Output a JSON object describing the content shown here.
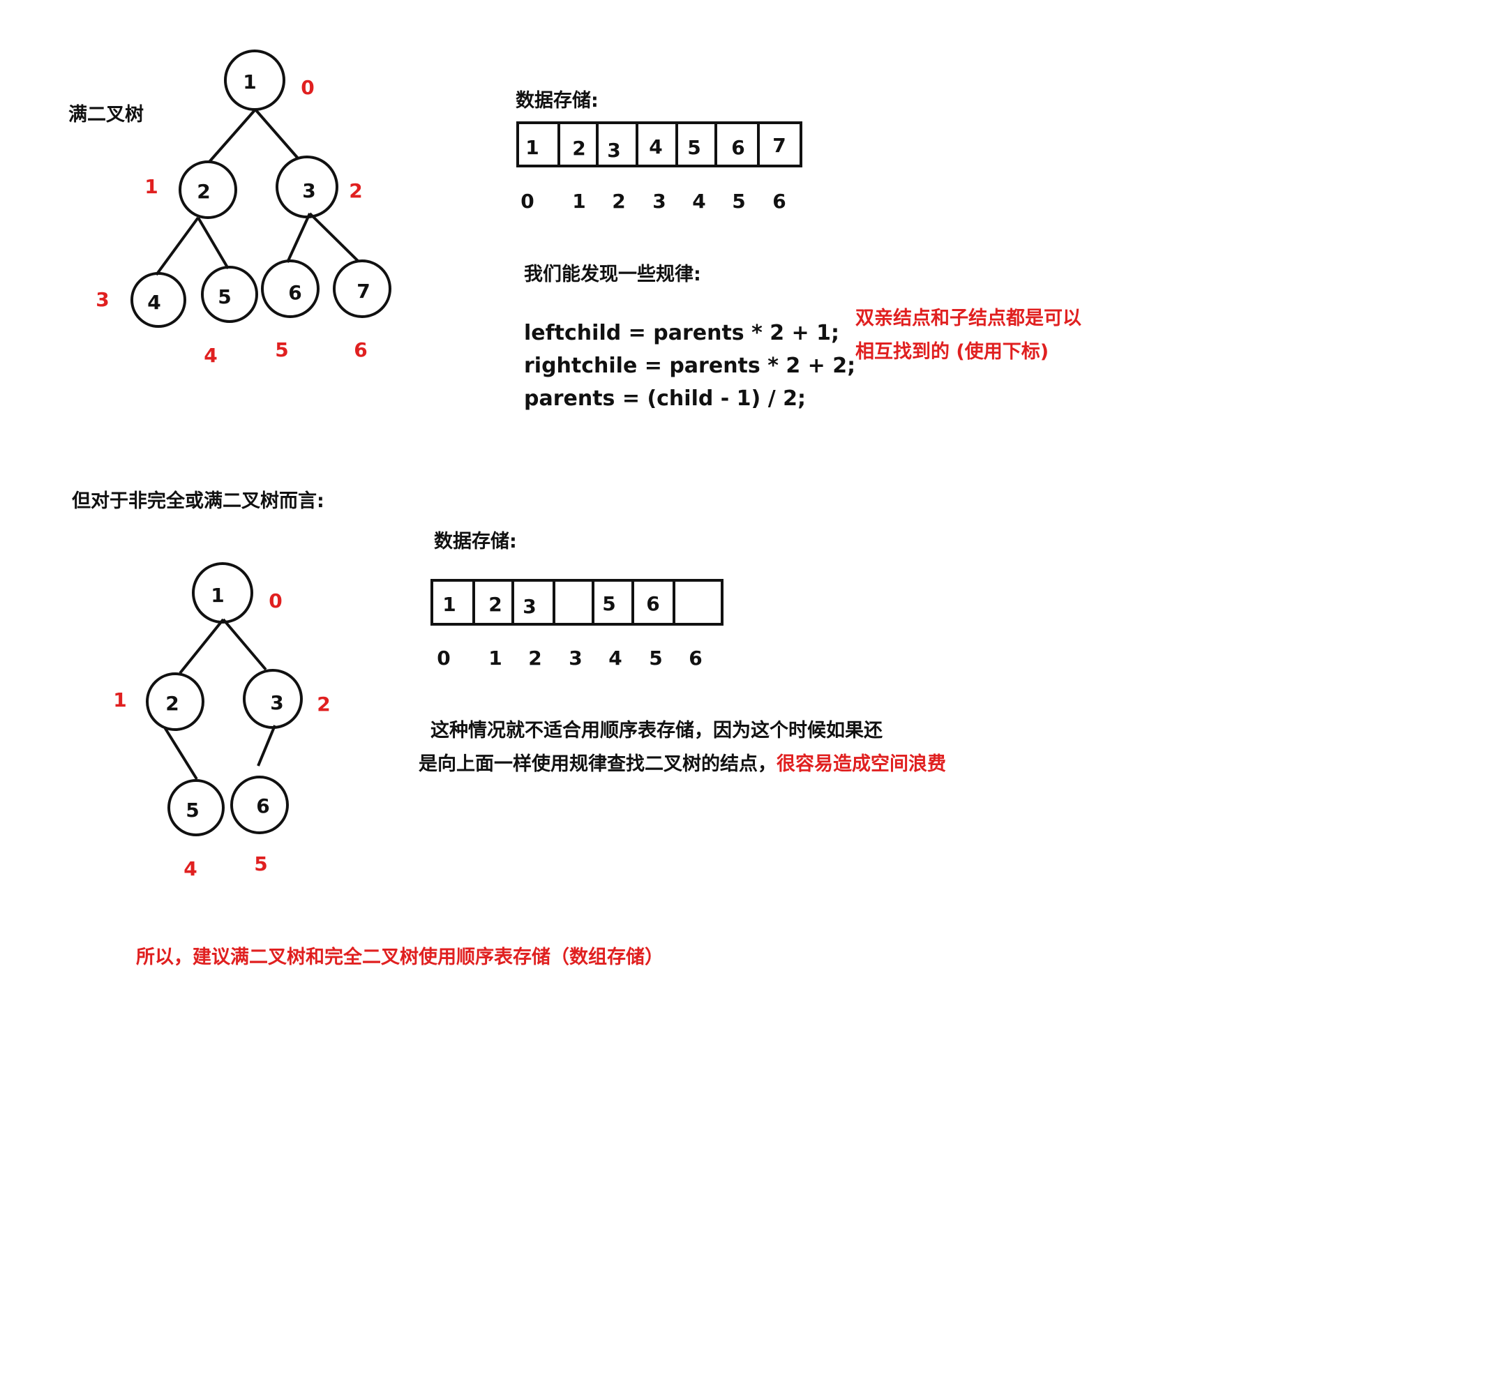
{
  "section1": {
    "title": "满二叉树",
    "tree": {
      "nodes": [
        {
          "value": "1",
          "index": "0"
        },
        {
          "value": "2",
          "index": "1"
        },
        {
          "value": "3",
          "index": "2"
        },
        {
          "value": "4",
          "index": "3"
        },
        {
          "value": "5",
          "index": "4"
        },
        {
          "value": "6",
          "index": "5"
        },
        {
          "value": "7",
          "index": "6"
        }
      ]
    },
    "storage_title": "数据存储:",
    "array_values": [
      "1",
      "2",
      "3",
      "4",
      "5",
      "6",
      "7"
    ],
    "array_indices": [
      "0",
      "1",
      "2",
      "3",
      "4",
      "5",
      "6"
    ],
    "rule_title": "我们能发现一些规律:",
    "formulas": [
      "leftchild = parents * 2 + 1;",
      "rightchile = parents * 2 + 2;",
      "parents = (child - 1) / 2;"
    ],
    "note_line1": "双亲结点和子结点都是可以",
    "note_line2": "相互找到的 (使用下标)"
  },
  "section2": {
    "title": "但对于非完全或满二叉树而言:",
    "tree": {
      "nodes": [
        {
          "value": "1",
          "index": "0"
        },
        {
          "value": "2",
          "index": "1"
        },
        {
          "value": "3",
          "index": "2"
        },
        {
          "value": "5",
          "index": "4"
        },
        {
          "value": "6",
          "index": "5"
        }
      ]
    },
    "storage_title": "数据存储:",
    "array_values": [
      "1",
      "2",
      "3",
      "",
      "5",
      "6",
      ""
    ],
    "array_indices": [
      "0",
      "1",
      "2",
      "3",
      "4",
      "5",
      "6"
    ],
    "explain_line1": "这种情况就不适合用顺序表存储，因为这个时候如果还",
    "explain_line2_black": "是向上面一样使用规律查找二叉树的结点，",
    "explain_line2_red": "很容易造成空间浪费"
  },
  "conclusion": "所以，建议满二叉树和完全二叉树使用顺序表存储（数组存储）",
  "colors": {
    "ink": "#111111",
    "accent": "#e02020"
  }
}
